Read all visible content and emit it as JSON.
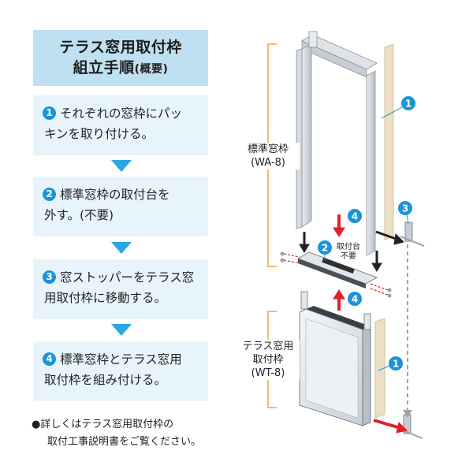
{
  "title": {
    "line1": "テラス窓用取付枠",
    "line2": "組立手順",
    "line2_sub": "(概要)"
  },
  "steps": [
    {
      "num": "1",
      "line1": "それぞれの窓枠にパッ",
      "line2": "キンを取り付ける。"
    },
    {
      "num": "2",
      "line1": "標準窓枠の取付台を",
      "line2": "外す。(不要)"
    },
    {
      "num": "3",
      "line1": "窓ストッパーをテラス窓",
      "line2": "用取付枠に移動する。"
    },
    {
      "num": "4",
      "line1": "標準窓枠とテラス窓用",
      "line2": "取付枠を組み付ける。"
    }
  ],
  "note": {
    "line1": "●詳しくはテラス窓用取付枠の",
    "line2": "取付工事説明書をご覧ください。"
  },
  "diagram": {
    "standard_frame_label": "標準窓枠",
    "standard_frame_model": "(WA-8)",
    "terrace_frame_label_1": "テラス窓用",
    "terrace_frame_label_2": "取付枠",
    "terrace_frame_model": "(WT-8)",
    "mount_base_label_1": "取付台",
    "mount_base_label_2": "不要",
    "marker_1": "1",
    "marker_2": "2",
    "marker_3": "3",
    "marker_4": "4"
  },
  "colors": {
    "step_number": "#1c94d6",
    "flow_arrow": "#2aa6e0",
    "title_bg": "#bfe0f1",
    "step_bg": "#e8f4fb",
    "red_arrow": "#e0202a",
    "bracket": "#f0a24a",
    "packing": "#ecdfc4"
  }
}
